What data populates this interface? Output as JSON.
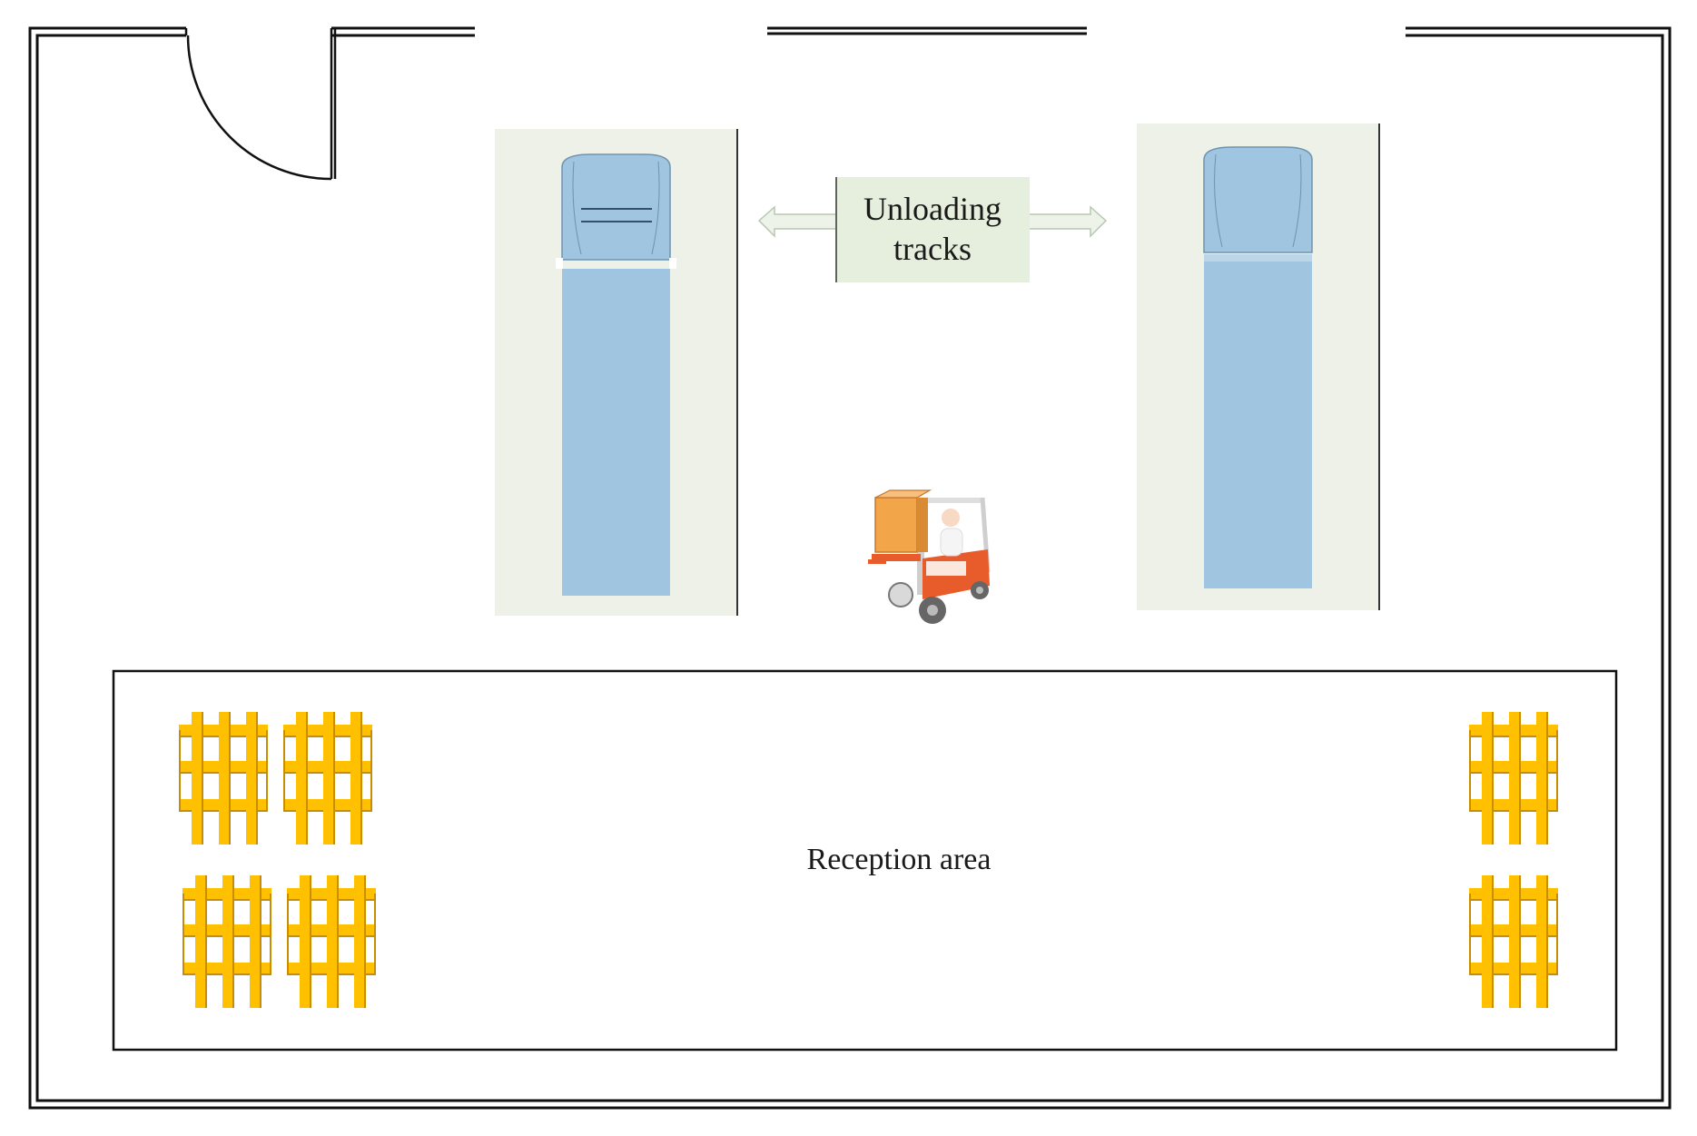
{
  "labels": {
    "unloading_line1": "Unloading",
    "unloading_line2": "tracks",
    "reception": "Reception area"
  },
  "colors": {
    "wall": "#111111",
    "truck_bay": "#eef1e8",
    "truck_body": "#9fc5e0",
    "truck_outline": "#6f93ad",
    "label_box": "#e6efdd",
    "arrow_fill": "#eef3ea",
    "arrow_stroke": "#b9c6b0",
    "pallet": "#ffc000",
    "pallet_shadow": "#c98d00",
    "forklift_body": "#e85c2c",
    "forklift_frame": "#d8d8d8",
    "cargo_box": "#f3a54a"
  },
  "icons": {
    "forklift": "forklift-icon",
    "door": "door-swing-icon",
    "pallet": "pallet-icon"
  },
  "elements": {
    "trucks": [
      "truck-left",
      "truck-right"
    ],
    "pallet_groups": [
      "pallet-group-left",
      "pallet-group-right"
    ]
  }
}
